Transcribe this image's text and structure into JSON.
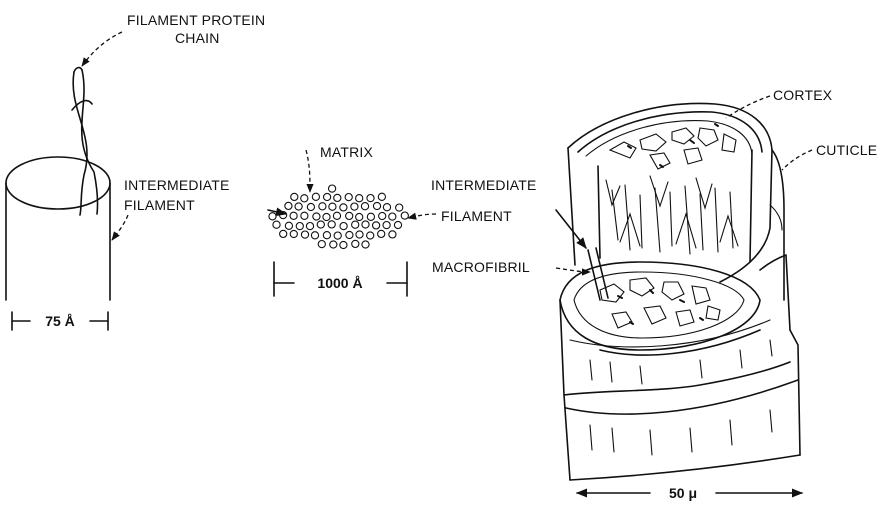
{
  "labels": {
    "filament_protein_chain_line1": "FILAMENT PROTEIN",
    "filament_protein_chain_line2": "CHAIN",
    "intermediate_filament_left_line1": "INTERMEDIATE",
    "intermediate_filament_left_line2": "FILAMENT",
    "matrix": "MATRIX",
    "intermediate_filament_right_line1": "INTERMEDIATE",
    "intermediate_filament_right_line2": "FILAMENT",
    "macrofibril": "MACROFIBRIL",
    "cortex": "CORTEX",
    "cuticle": "CUTICLE"
  },
  "dimensions": {
    "filament_diameter": "75 Å",
    "macrofibril_width": "1000 Å",
    "fiber_width": "50 μ"
  }
}
